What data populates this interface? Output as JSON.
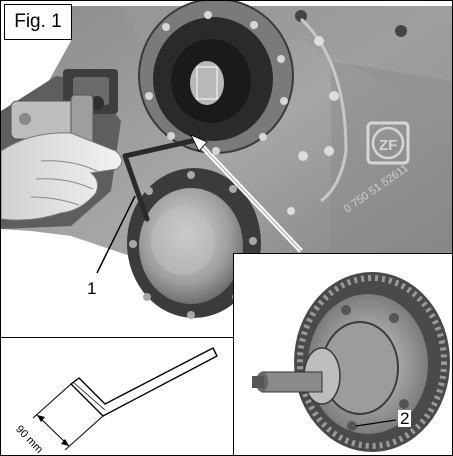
{
  "figure": {
    "label": "Fig. 1"
  },
  "callouts": {
    "one": "1",
    "two": "2"
  },
  "key_tool": {
    "dimension": "90 mm"
  },
  "housing_marking": {
    "code": "0 750 51 52611"
  },
  "colors": {
    "line": "#000000",
    "background": "#ffffff",
    "housing_dark": "#6a6a6a",
    "housing_light": "#c9c9c9"
  }
}
